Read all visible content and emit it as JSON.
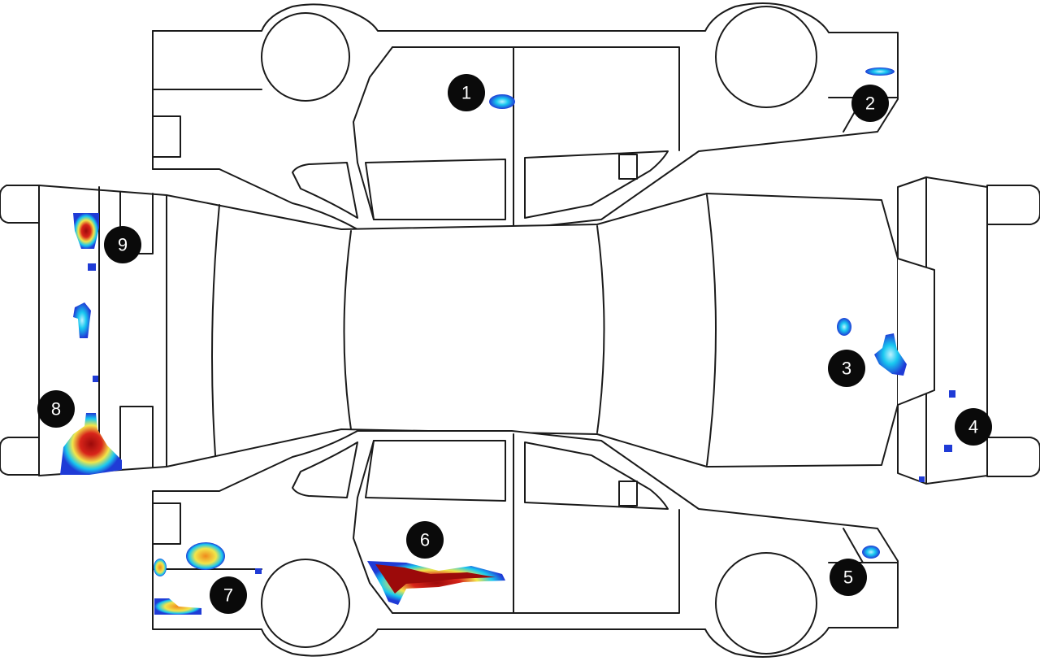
{
  "diagram": {
    "colors": {
      "outline": "#1a1a1a",
      "marker": "#0a0a0a",
      "marker_text": "#ffffff",
      "heat_low": "#1f3bd6",
      "heat_mid_low": "#19c8f0",
      "heat_mid": "#f2e64a",
      "heat_high": "#f08a1c",
      "heat_max": "#9c0a0a"
    },
    "markers": [
      {
        "id": "1",
        "label": "1"
      },
      {
        "id": "2",
        "label": "2"
      },
      {
        "id": "3",
        "label": "3"
      },
      {
        "id": "4",
        "label": "4"
      },
      {
        "id": "5",
        "label": "5"
      },
      {
        "id": "6",
        "label": "6"
      },
      {
        "id": "7",
        "label": "7"
      },
      {
        "id": "8",
        "label": "8"
      },
      {
        "id": "9",
        "label": "9"
      }
    ]
  }
}
